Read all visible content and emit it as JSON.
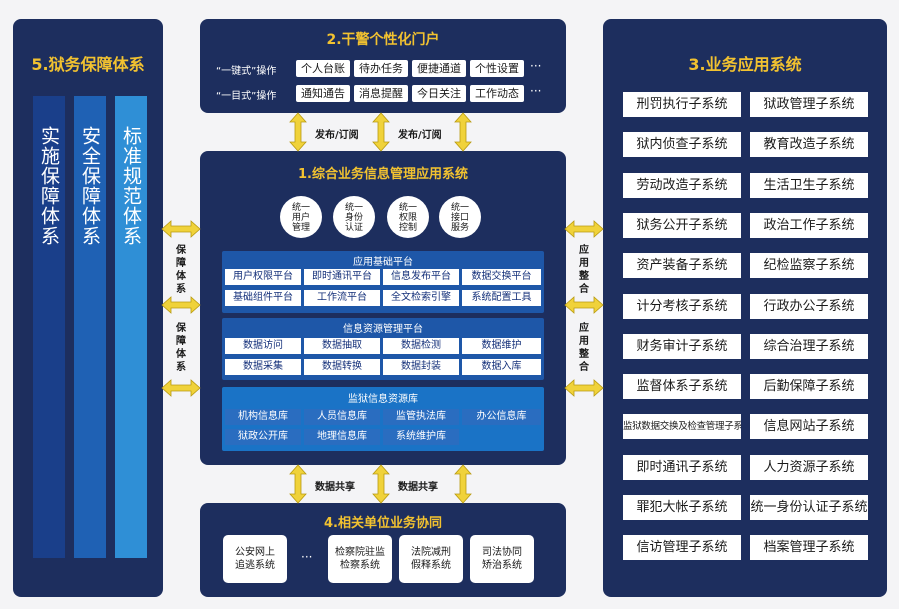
{
  "panel5": {
    "title": "5.狱务保障体系",
    "pillars": [
      "实施保障体系",
      "安全保障体系",
      "标准规范体系"
    ]
  },
  "panel2": {
    "title": "2.干警个性化门户",
    "row1_label": "“一键式”操作",
    "row1": [
      "个人台账",
      "待办任务",
      "便捷通道",
      "个性设置"
    ],
    "row2_label": "“一目式”操作",
    "row2": [
      "通知通告",
      "消息提醒",
      "今日关注",
      "工作动态"
    ],
    "more": "···"
  },
  "publish": [
    "发布/订阅",
    "发布/订阅"
  ],
  "panel1": {
    "title": "1.综合业务信息管理应用系统",
    "circles": [
      [
        "统一",
        "用户",
        "管理"
      ],
      [
        "统一",
        "身份",
        "认证"
      ],
      [
        "统一",
        "权限",
        "控制"
      ],
      [
        "统一",
        "接口",
        "服务"
      ]
    ],
    "platform": {
      "title": "应用基础平台",
      "items": [
        "用户权限平台",
        "即时通讯平台",
        "信息发布平台",
        "数据交换平台",
        "基础组件平台",
        "工作流平台",
        "全文检索引擎",
        "系统配置工具"
      ]
    },
    "resource": {
      "title": "信息资源管理平台",
      "items": [
        "数据访问",
        "数据抽取",
        "数据检测",
        "数据维护",
        "数据采集",
        "数据转换",
        "数据封装",
        "数据入库"
      ]
    },
    "db": {
      "title": "监狱信息资源库",
      "items": [
        "机构信息库",
        "人员信息库",
        "监管执法库",
        "办公信息库",
        "狱政公开库",
        "地理信息库",
        "系统维护库"
      ]
    }
  },
  "left_labels": [
    "保障体系",
    "保障体系"
  ],
  "right_labels": [
    "应用整合",
    "应用整合"
  ],
  "share": [
    "数据共享",
    "数据共享"
  ],
  "panel3": {
    "title": "3.业务应用系统",
    "apps": [
      "刑罚执行子系统",
      "狱政管理子系统",
      "狱内侦查子系统",
      "教育改造子系统",
      "劳动改造子系统",
      "生活卫生子系统",
      "狱务公开子系统",
      "政治工作子系统",
      "资产装备子系统",
      "纪检监察子系统",
      "计分考核子系统",
      "行政办公子系统",
      "财务审计子系统",
      "综合治理子系统",
      "监督体系子系统",
      "后勤保障子系统",
      "监狱数据交换及检查管理子系统",
      "信息网站子系统",
      "即时通讯子系统",
      "人力资源子系统",
      "罪犯大帐子系统",
      "统一身份认证子系统",
      "信访管理子系统",
      "档案管理子系统"
    ]
  },
  "panel4": {
    "title": "4.相关单位业务协同",
    "cards": [
      [
        "公安网上",
        "追逃系统"
      ],
      [
        "检察院驻监",
        "检察系统"
      ],
      [
        "法院减刑",
        "假释系统"
      ],
      [
        "司法协同",
        "矫治系统"
      ]
    ],
    "more": "···"
  },
  "colors": {
    "panel": "#1d2e5e",
    "gold": "#f2c230",
    "arrow": "#f0d23a",
    "platform": "#1e57a8",
    "db": "#1a73c6"
  }
}
